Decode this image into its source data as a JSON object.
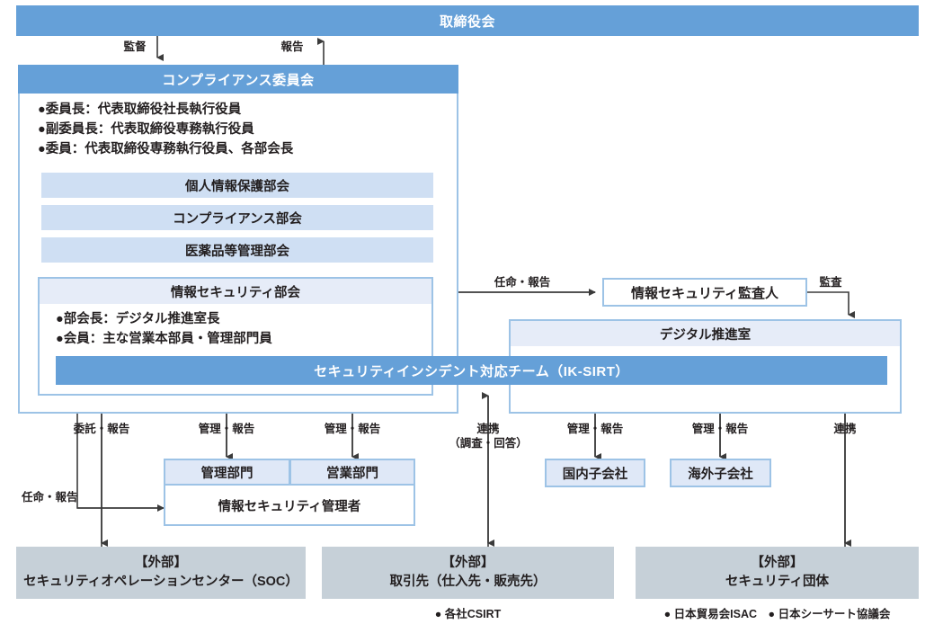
{
  "diagram": {
    "title_box": {
      "label": "取締役会"
    },
    "compliance_committee": {
      "header": "コンプライアンス委員会",
      "members": [
        "●委員長：代表取締役社長執行役員",
        "●副委員長：代表取締役専務執行役員",
        "●委員：代表取締役専務執行役員、各部会長"
      ],
      "subcommittees": [
        "個人情報保護部会",
        "コンプライアンス部会",
        "医薬品等管理部会"
      ]
    },
    "infosec_section": {
      "header": "情報セキュリティ部会",
      "members": [
        "●部会長：デジタル推進室長",
        "●会員：主な営業本部員・管理部門員"
      ],
      "incident_team": "セキュリティインシデント対応チーム（IK-SIRT）"
    },
    "auditor": {
      "label": "情報セキュリティ監査人"
    },
    "digital_office": {
      "label": "デジタル推進室"
    },
    "departments": {
      "admin": "管理部門",
      "sales": "営業部門",
      "manager": "情報セキュリティ管理者"
    },
    "subsidiaries": {
      "domestic": "国内子会社",
      "overseas": "海外子会社"
    },
    "external": [
      {
        "tag": "【外部】",
        "name": "セキュリティオペレーションセンター（SOC）",
        "note": ""
      },
      {
        "tag": "【外部】",
        "name": "取引先（仕入先・販売先）",
        "note": "● 各社CSIRT"
      },
      {
        "tag": "【外部】",
        "name": "セキュリティ団体",
        "note": "● 日本貿易会ISAC　● 日本シーサート協議会"
      }
    ],
    "edges": {
      "supervise": "監督",
      "report": "報告",
      "appoint_report": "任命・報告",
      "audit": "監査",
      "entrust_report": "委託・報告",
      "manage_report_1": "管理・報告",
      "manage_report_2": "管理・報告",
      "cooperate_investigate_l1": "連携",
      "cooperate_investigate_l2": "（調査・回答）",
      "manage_report_3": "管理・報告",
      "manage_report_4": "管理・報告",
      "cooperate": "連携",
      "appoint_report_2": "任命・報告"
    }
  },
  "colors": {
    "blue_bar": "#65a0d8",
    "panel_border": "#9dc3e6",
    "subbar": "#cfdff3",
    "light_head": "#e6ecf8",
    "light_box": "#dfe8f7",
    "gray_box": "#c6d0d8",
    "line": "#3b3b3b"
  }
}
